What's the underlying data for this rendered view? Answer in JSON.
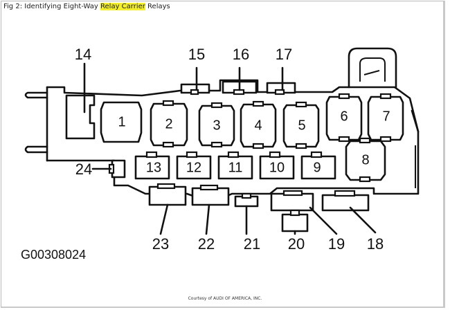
{
  "caption": {
    "prefix": "Fig 2: Identifying Eight-Way ",
    "highlight": "Relay Carrier",
    "suffix": " Relays"
  },
  "figure_id": "G00308024",
  "credit": "Courtesy of AUDI OF AMERICA, INC.",
  "highlight_color": "#f3ef2f",
  "relays": {
    "r1": "1",
    "r2": "2",
    "r3": "3",
    "r4": "4",
    "r5": "5",
    "r6": "6",
    "r7": "7",
    "r8": "8",
    "r9": "9",
    "r10": "10",
    "r11": "11",
    "r12": "12",
    "r13": "13"
  },
  "callouts": {
    "c14": "14",
    "c15": "15",
    "c16": "16",
    "c17": "17",
    "c18": "18",
    "c19": "19",
    "c20": "20",
    "c21": "21",
    "c22": "22",
    "c23": "23",
    "c24": "24"
  }
}
